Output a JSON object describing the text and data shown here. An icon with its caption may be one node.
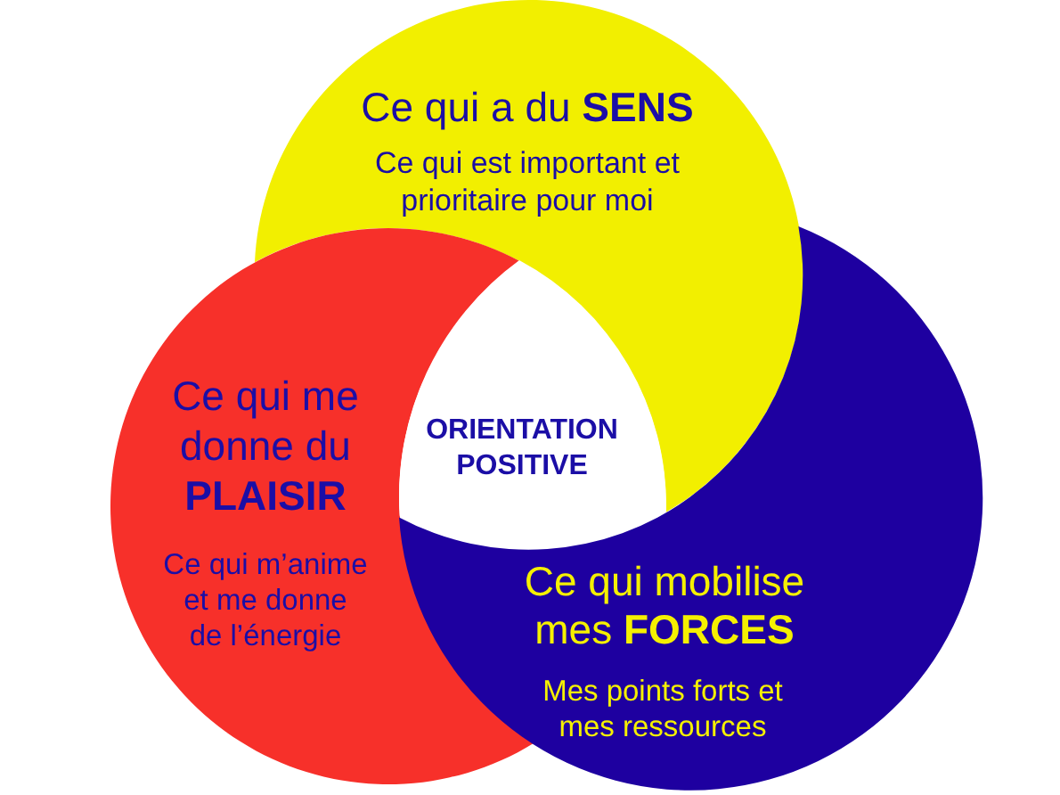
{
  "diagram": {
    "nodes": [
      {
        "text": [
          "Ce qui a du **SENS**",
          "Ce qui est important et prioritaire pour moi"
        ]
      },
      {
        "text": [
          "Ce qui me donne du **PLAISIR**",
          "Ce qui m’anime et me donne de l’énergie"
        ]
      },
      {
        "text": [
          "ORIENTATION POSITIVE"
        ]
      },
      {
        "text": [
          "Ce qui mobilise mes **FORCES**",
          "Mes points forts et mes ressources"
        ]
      }
    ]
  }
}
